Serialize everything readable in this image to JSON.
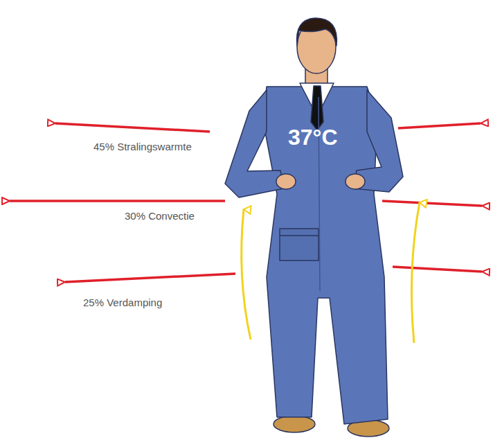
{
  "diagram": {
    "labels": [
      "37°C",
      "45% Stralingswarmte",
      "30% Convectie",
      "25% Verdamping"
    ]
  }
}
